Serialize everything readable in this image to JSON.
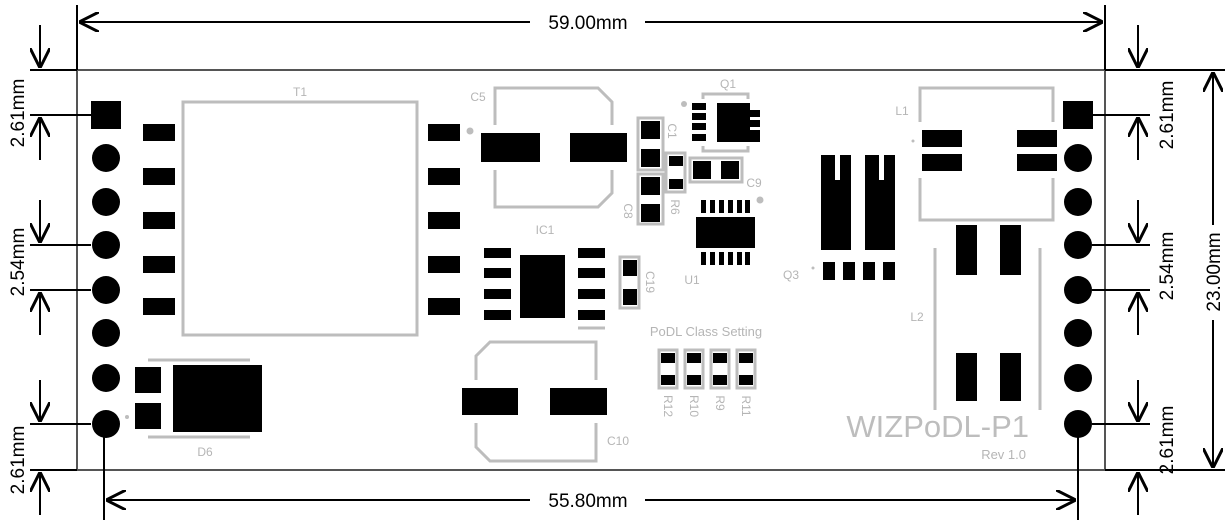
{
  "dimensions": {
    "width_total": "59.00mm",
    "pin_span": "55.80mm",
    "height_total": "23.00mm",
    "left": [
      "2.61mm",
      "2.54mm",
      "2.61mm"
    ],
    "right": [
      "2.61mm",
      "2.54mm",
      "2.61mm"
    ]
  },
  "board": {
    "title": "WIZPoDL-P1",
    "revision": "Rev 1.0",
    "class_setting_label": "PoDL Class Setting"
  },
  "components": {
    "T1": "T1",
    "C5": "C5",
    "IC1": "IC1",
    "C19": "C19",
    "C10": "C10",
    "D6": "D6",
    "C1": "C1",
    "R6": "R6",
    "C8": "C8",
    "C9": "C9",
    "Q1": "Q1",
    "U1": "U1",
    "Q3": "Q3",
    "L1": "L1",
    "L2": "L2",
    "R12": "R12",
    "R10": "R10",
    "R9": "R9",
    "R11": "R11"
  },
  "colors": {
    "silkscreen": "#bdbdbd",
    "copper": "#000000",
    "outline": "#555555"
  }
}
